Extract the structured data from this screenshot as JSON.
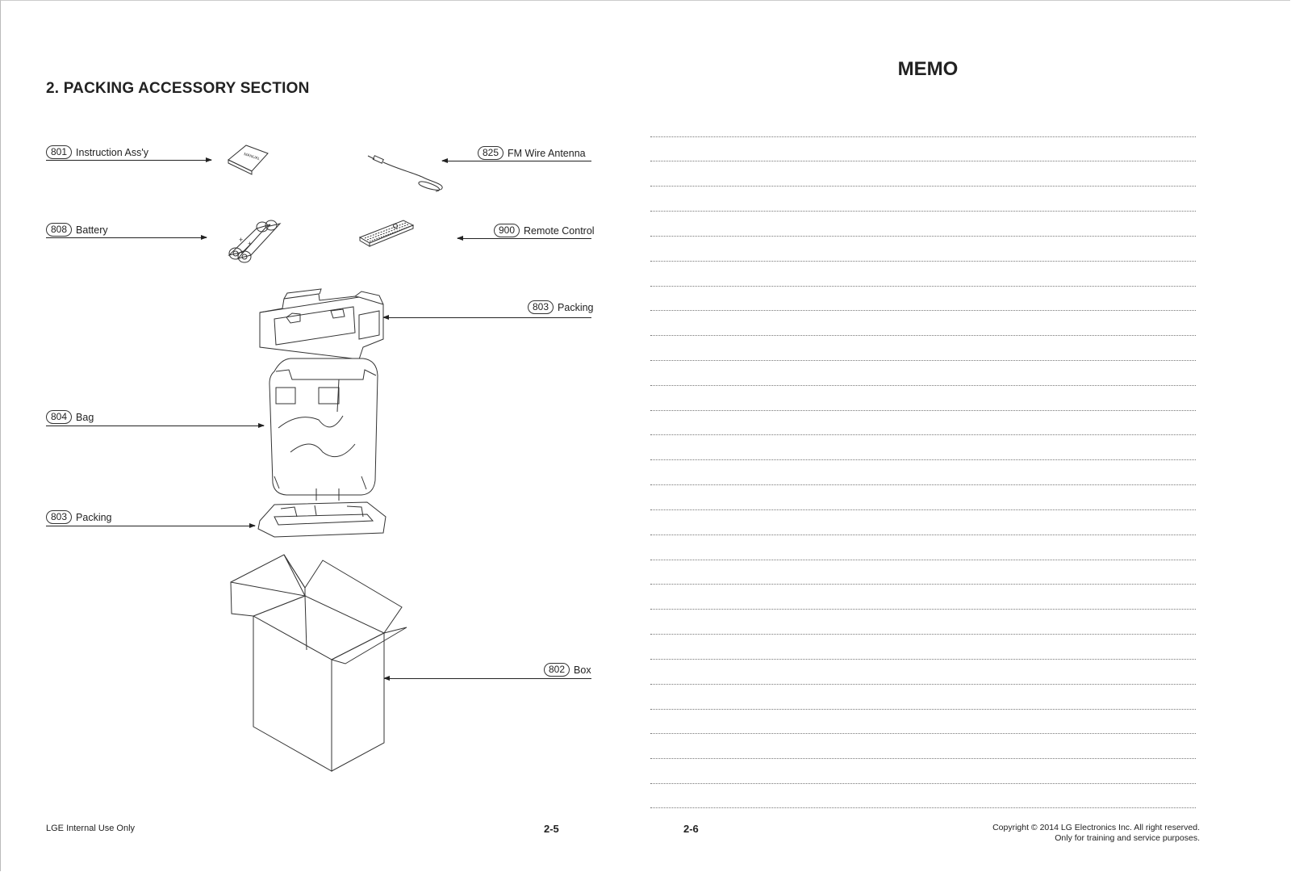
{
  "left_page": {
    "section_title": "2. PACKING ACCESSORY SECTION",
    "parts": [
      {
        "number": "801",
        "name": "Instruction Ass'y"
      },
      {
        "number": "825",
        "name": "FM Wire Antenna"
      },
      {
        "number": "808",
        "name": "Battery"
      },
      {
        "number": "900",
        "name": "Remote Control"
      },
      {
        "number": "803",
        "name": "Packing"
      },
      {
        "number": "804",
        "name": "Bag"
      },
      {
        "number": "803",
        "name": "Packing"
      },
      {
        "number": "802",
        "name": "Box"
      }
    ],
    "manual_cover_text": "MANUAL",
    "footer": "LGE Internal Use Only",
    "page_number": "2-5"
  },
  "right_page": {
    "title": "MEMO",
    "page_number": "2-6",
    "copyright_line1": "Copyright © 2014 LG Electronics Inc. All right reserved.",
    "copyright_line2": "Only for training and service purposes."
  }
}
